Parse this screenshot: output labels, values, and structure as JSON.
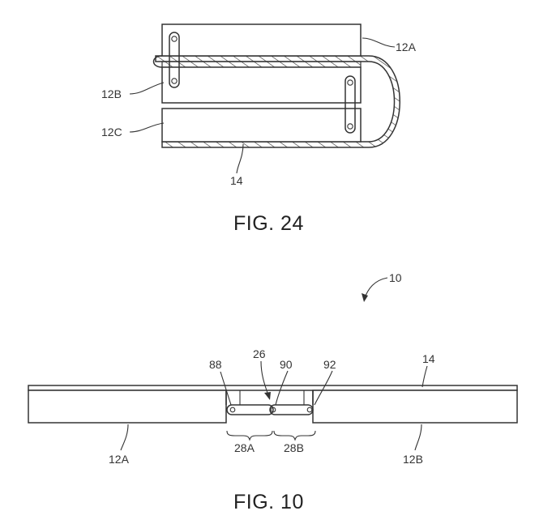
{
  "fig24": {
    "caption": "FIG. 24",
    "labels": {
      "l12a": "12A",
      "l12b": "12B",
      "l12c": "12C",
      "l14": "14"
    }
  },
  "fig10": {
    "caption": "FIG. 10",
    "labels": {
      "l10": "10",
      "l88": "88",
      "l26": "26",
      "l90": "90",
      "l92": "92",
      "l14": "14",
      "l28a": "28A",
      "l28b": "28B",
      "l12a": "12A",
      "l12b": "12B"
    }
  },
  "colors": {
    "ink": "#333333",
    "background": "#ffffff"
  }
}
